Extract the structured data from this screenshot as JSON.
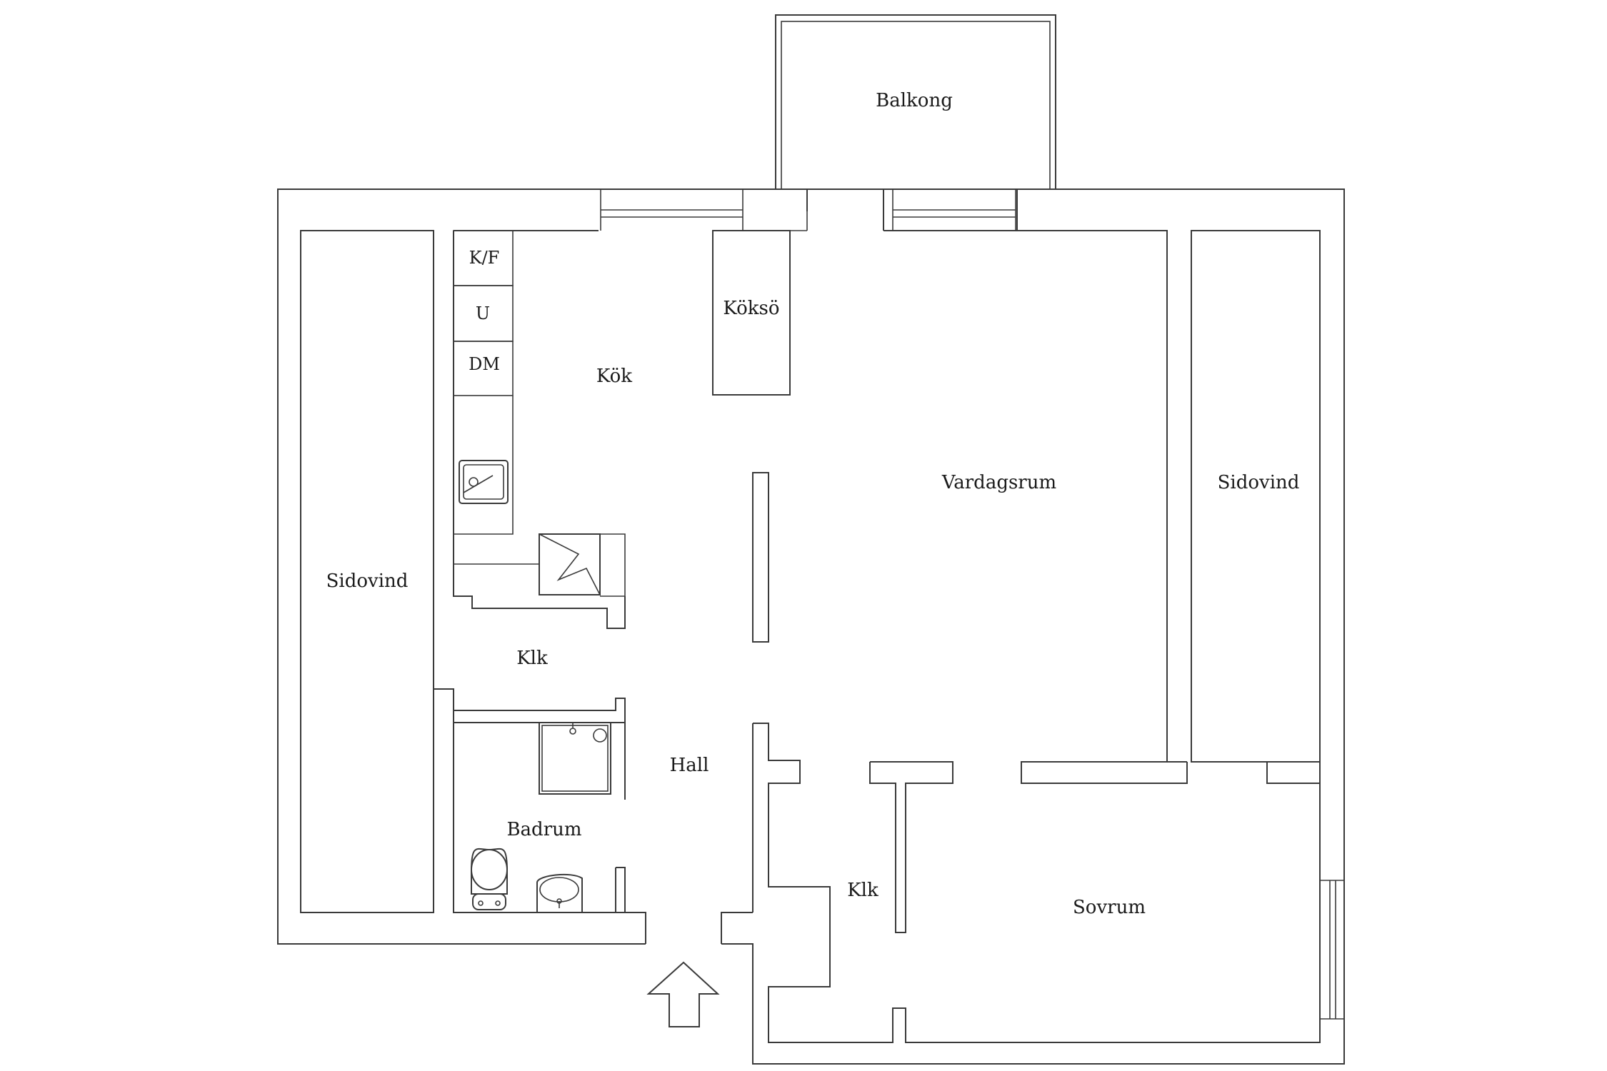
{
  "rooms": {
    "balkong": "Balkong",
    "kok": "Kök",
    "koksö": "Köksö",
    "vardagsrum": "Vardagsrum",
    "sidovind_left": "Sidovind",
    "sidovind_right": "Sidovind",
    "klk_top": "Klk",
    "hall": "Hall",
    "badrum": "Badrum",
    "klk_bottom": "Klk",
    "sovrum": "Sovrum"
  },
  "appliances": {
    "kf": "K/F",
    "u": "U",
    "dm": "DM"
  },
  "icons": {
    "entrance": "entrance-arrow-icon",
    "sink": "kitchen-sink-icon",
    "stove": "stove-icon",
    "shower": "shower-icon",
    "toilet": "toilet-icon",
    "washbasin": "washbasin-icon"
  },
  "colors": {
    "line": "#3a3a3a",
    "background": "#ffffff"
  }
}
